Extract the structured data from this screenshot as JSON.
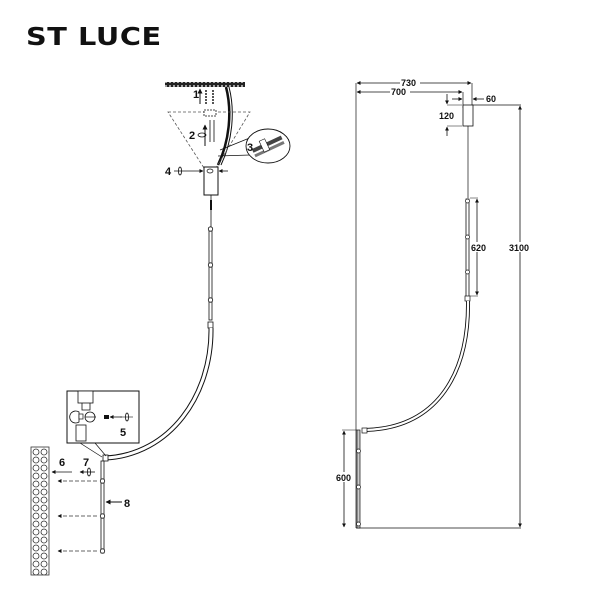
{
  "brand": {
    "name": "ST LUCE"
  },
  "assembly": {
    "steps": [
      {
        "id": "1",
        "label": "1"
      },
      {
        "id": "2",
        "label": "2"
      },
      {
        "id": "3",
        "label": "3"
      },
      {
        "id": "4",
        "label": "4"
      },
      {
        "id": "5",
        "label": "5"
      },
      {
        "id": "6",
        "label": "6"
      },
      {
        "id": "7",
        "label": "7"
      },
      {
        "id": "8",
        "label": "8"
      }
    ]
  },
  "dimensions": {
    "total_width": "730",
    "arm_width": "700",
    "canopy_width": "60",
    "canopy_height": "120",
    "upper_segment": "620",
    "total_height": "3100",
    "lower_segment": "600"
  },
  "colors": {
    "line": "#111111",
    "fill": "#ffffff",
    "rod_fill": "#cccccc"
  }
}
